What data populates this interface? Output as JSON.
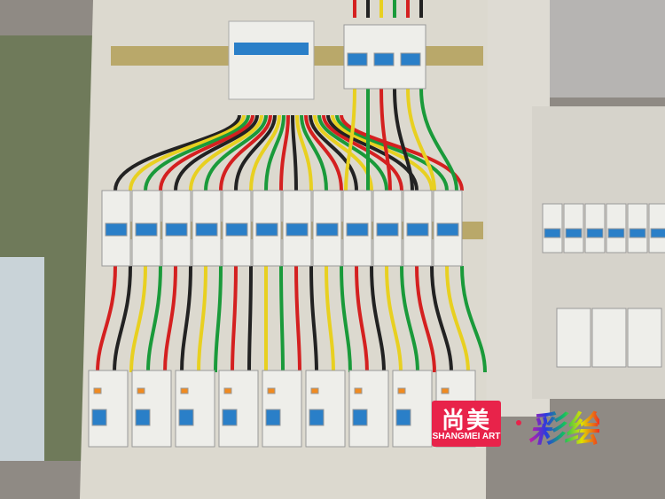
{
  "watermark": {
    "brand_cn": "尚美",
    "brand_en": "SHANGMEI ART",
    "tagline_cn": "彩绘",
    "brand_color": "#e8234a"
  },
  "scene": {
    "colors": {
      "panel": "#d9d6cc",
      "wall": "#8d8782",
      "rail": "#b9a86a",
      "breaker": "#eeeeea",
      "lever": "#2a7fc8"
    }
  }
}
